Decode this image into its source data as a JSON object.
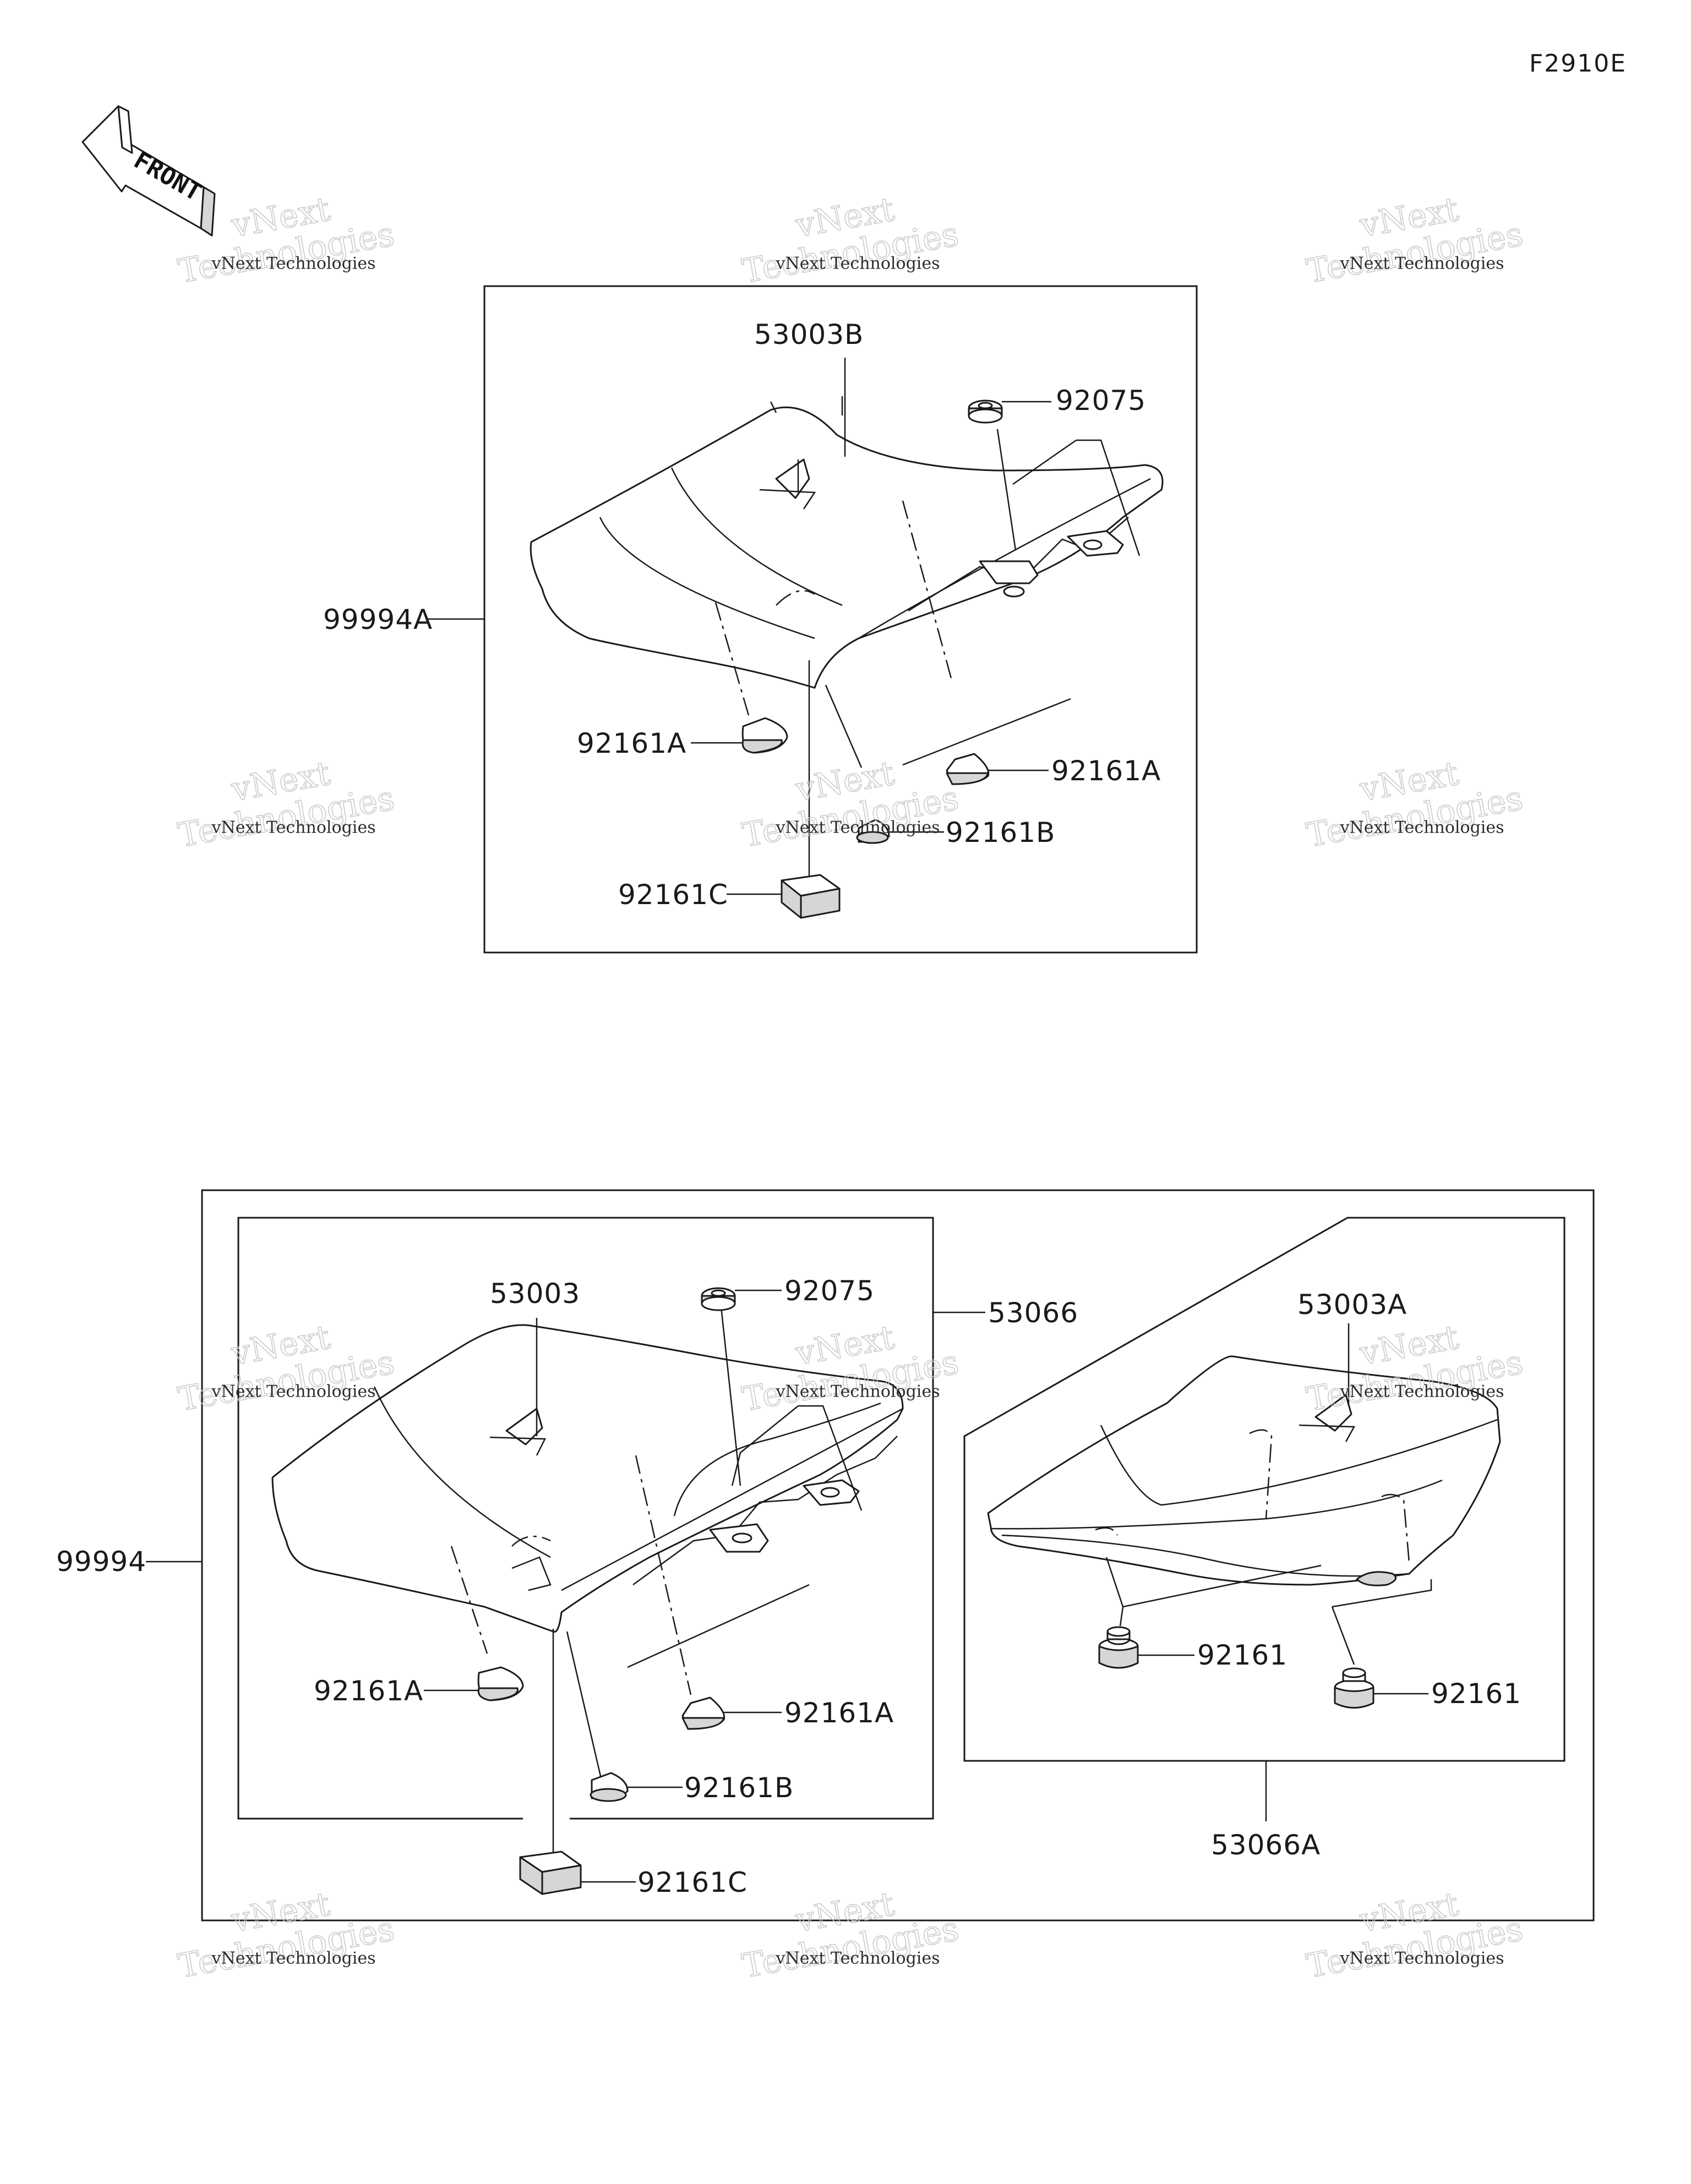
{
  "figure_code": "F2910E",
  "front_label": "FRONT",
  "watermark": {
    "line1": "vNext Technologies",
    "line2": "Technologies",
    "line0": "vNext"
  },
  "top_assembly": {
    "assembly_label": "99994A",
    "parts": {
      "seat": "53003B",
      "grommet": "92075",
      "damper_left": "92161A",
      "damper_right": "92161A",
      "damper_b": "92161B",
      "damper_c": "92161C"
    }
  },
  "bottom_assembly": {
    "assembly_label": "99994",
    "left_group": {
      "group_label": "53066",
      "parts": {
        "seat": "53003",
        "grommet": "92075",
        "damper_left": "92161A",
        "damper_right": "92161A",
        "damper_b": "92161B"
      }
    },
    "damper_c": "92161C",
    "right_group": {
      "group_label": "53066A",
      "parts": {
        "seat": "53003A",
        "damper_left": "92161",
        "damper_right": "92161"
      }
    }
  }
}
